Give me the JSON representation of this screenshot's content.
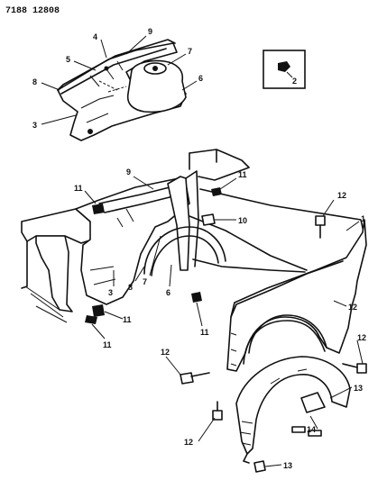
{
  "header": {
    "code": "7188 12808"
  },
  "inset": {
    "label": "2"
  },
  "top_view": {
    "labels": [
      "4",
      "9",
      "5",
      "7",
      "8",
      "6",
      "3"
    ]
  },
  "main_view": {
    "labels": [
      "9",
      "11",
      "11",
      "12",
      "1",
      "10",
      "7",
      "8",
      "6",
      "3",
      "11",
      "11",
      "12",
      "11",
      "12",
      "12",
      "13",
      "14",
      "12",
      "13"
    ]
  }
}
